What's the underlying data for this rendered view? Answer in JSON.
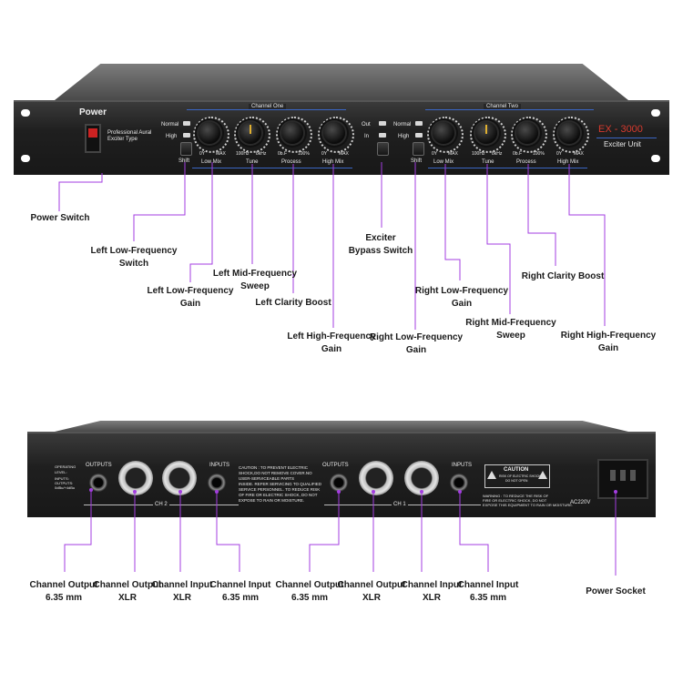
{
  "colors": {
    "callout": "#a33de0",
    "chassis": "#1c1c1c",
    "brand_red": "#d63a2e",
    "tune_yellow": "#e0b030"
  },
  "front": {
    "power_title": "Power",
    "product_line1": "Professional Aural",
    "product_line2": "Exciter Type",
    "channel_one": "Channel One",
    "channel_two": "Channel Two",
    "normal": "Normal",
    "high": "High",
    "out": "Out",
    "in": "In",
    "shift": "Shift",
    "knob_labels": [
      "Low Mix",
      "Tune",
      "Process",
      "High Mix"
    ],
    "scale_low": [
      "0Y",
      "MAX"
    ],
    "scale_tune": [
      "100Hz",
      "8kHz"
    ],
    "scale_proc": [
      "0b.F",
      "100%"
    ],
    "model": "EX - 3000",
    "model_sub": "Exciter Unit"
  },
  "front_callouts": {
    "power_switch": "Power Switch",
    "left_low_switch": [
      "Left Low-Frequency",
      "Switch"
    ],
    "left_low_gain": [
      "Left Low-Frequency",
      "Gain"
    ],
    "left_mid_sweep": [
      "Left Mid-Frequency",
      "Sweep"
    ],
    "left_clarity": "Left Clarity Boost",
    "left_high_gain": [
      "Left High-Frequency",
      "Gain"
    ],
    "bypass": [
      "Exciter",
      "Bypass Switch"
    ],
    "right_low_gain_top": [
      "Right Low-Frequency",
      "Gain"
    ],
    "right_low_gain_bottom": [
      "Right Low-Frequency",
      "Gain"
    ],
    "right_mid_sweep": [
      "Right Mid-Frequency",
      "Sweep"
    ],
    "right_clarity": "Right Clarity Boost",
    "right_high_gain": [
      "Right High-Frequency",
      "Gain"
    ]
  },
  "rear": {
    "operating": [
      "OPERATING",
      "LEVEL:"
    ],
    "io_level": [
      "INPUTS:",
      "OUTPUTS:",
      "0dBu/+4dBu"
    ],
    "outputs": "OUTPUTS",
    "inputs": "INPUTS",
    "ch2": "CH 2",
    "ch1": "CH 1",
    "caution_text": [
      "CAUTION : TO PREVENT ELECTRIC",
      "SHOCK,DO NOT REMOVE COVER.NO",
      "USER-SERVICEABLE PARTS",
      "INSIDE. REFER SERVICING TO QUALIFIED",
      "SERVICE PERSONNEL. TO REDUCE RISK",
      "OF FIRE OR ELECTRIC SHOCK, DO NOT",
      "EXPOSE TO RAIN OR MOISTURE."
    ],
    "caution_title": "CAUTION",
    "caution_sub": [
      "RISK OF ELECTRIC SHOCK",
      "DO NOT OPEN"
    ],
    "warning": [
      "WARNING : TO REDUCE THE RISK OF",
      "FIRE OR ELECTRIC SHOCK, DO NOT",
      "EXPOSE THIS EQUIPMENT TO RAIN OR MOISTURE."
    ],
    "ac": "AC220V"
  },
  "rear_callouts": {
    "c1": [
      "Channel Output",
      "6.35 mm"
    ],
    "c2": [
      "Channel Output",
      "XLR"
    ],
    "c3": [
      "Channel Input",
      "XLR"
    ],
    "c4": [
      "Channel Input",
      "6.35 mm"
    ],
    "c5": [
      "Channel Output",
      "6.35 mm"
    ],
    "c6": [
      "Channel Output",
      "XLR"
    ],
    "c7": [
      "Channel Input",
      "XLR"
    ],
    "c8": [
      "Channel Input",
      "6.35 mm"
    ],
    "power_socket": "Power Socket"
  }
}
